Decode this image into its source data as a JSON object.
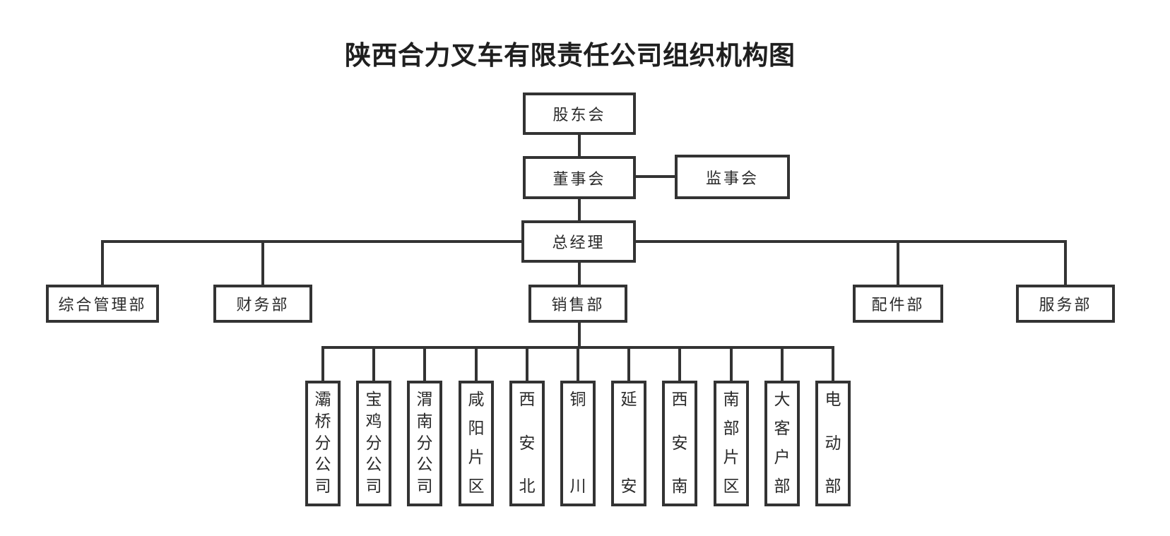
{
  "title": "陕西合力叉车有限责任公司组织机构图",
  "org": {
    "shareholders": "股东会",
    "board": "董事会",
    "supervisory": "监事会",
    "general_manager": "总经理",
    "departments": [
      {
        "label": "综合管理部"
      },
      {
        "label": "财务部"
      },
      {
        "label": "销售部"
      },
      {
        "label": "配件部"
      },
      {
        "label": "服务部"
      }
    ],
    "sales_units": [
      {
        "label": "灞桥分公司"
      },
      {
        "label": "宝鸡分公司"
      },
      {
        "label": "渭南分公司"
      },
      {
        "label": "咸阳片区"
      },
      {
        "label": "西安北"
      },
      {
        "label": "铜川"
      },
      {
        "label": "延安"
      },
      {
        "label": "西安南"
      },
      {
        "label": "南部片区"
      },
      {
        "label": "大客户部"
      },
      {
        "label": "电动部"
      }
    ]
  },
  "colors": {
    "line": "#333333",
    "text": "#2a2a2a",
    "background": "#ffffff"
  }
}
